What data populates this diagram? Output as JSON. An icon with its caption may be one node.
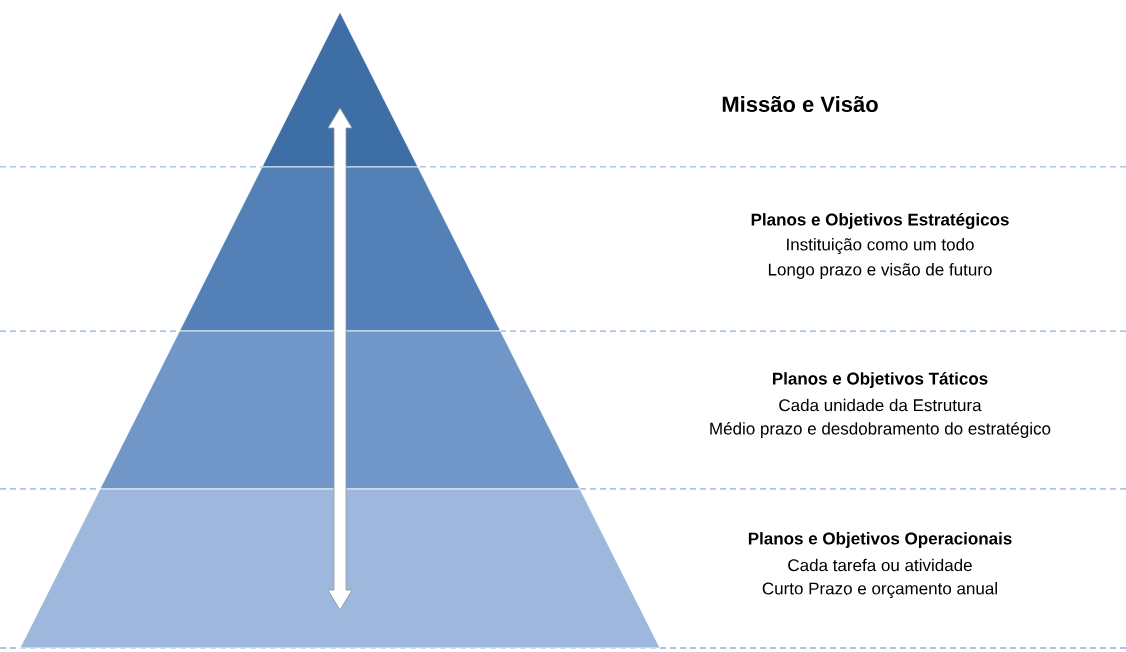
{
  "diagram": {
    "nodes": [
      {
        "text": [],
        "shape": "triangle"
      },
      {
        "text": [],
        "shape": "trapezoid",
        "beside": [
          "Planos e Objetivos Estratégicos",
          "Instituição como um todo",
          "Longo prazo e visão de futuro"
        ]
      },
      {
        "text": [],
        "shape": "trapezoid",
        "beside": [
          "Planos e Objetivos Táticos",
          "Cada unidade da Estrutura",
          "Médio prazo e desdobramento do estratégico"
        ]
      },
      {
        "text": [],
        "shape": "trapezoid",
        "beside": [
          "Planos e Objetivos Operacionais",
          "Cada tarefa ou atividade",
          "Curto Prazo e orçamento anual"
        ]
      }
    ],
    "labels": [
      "Missão e Visão"
    ]
  }
}
